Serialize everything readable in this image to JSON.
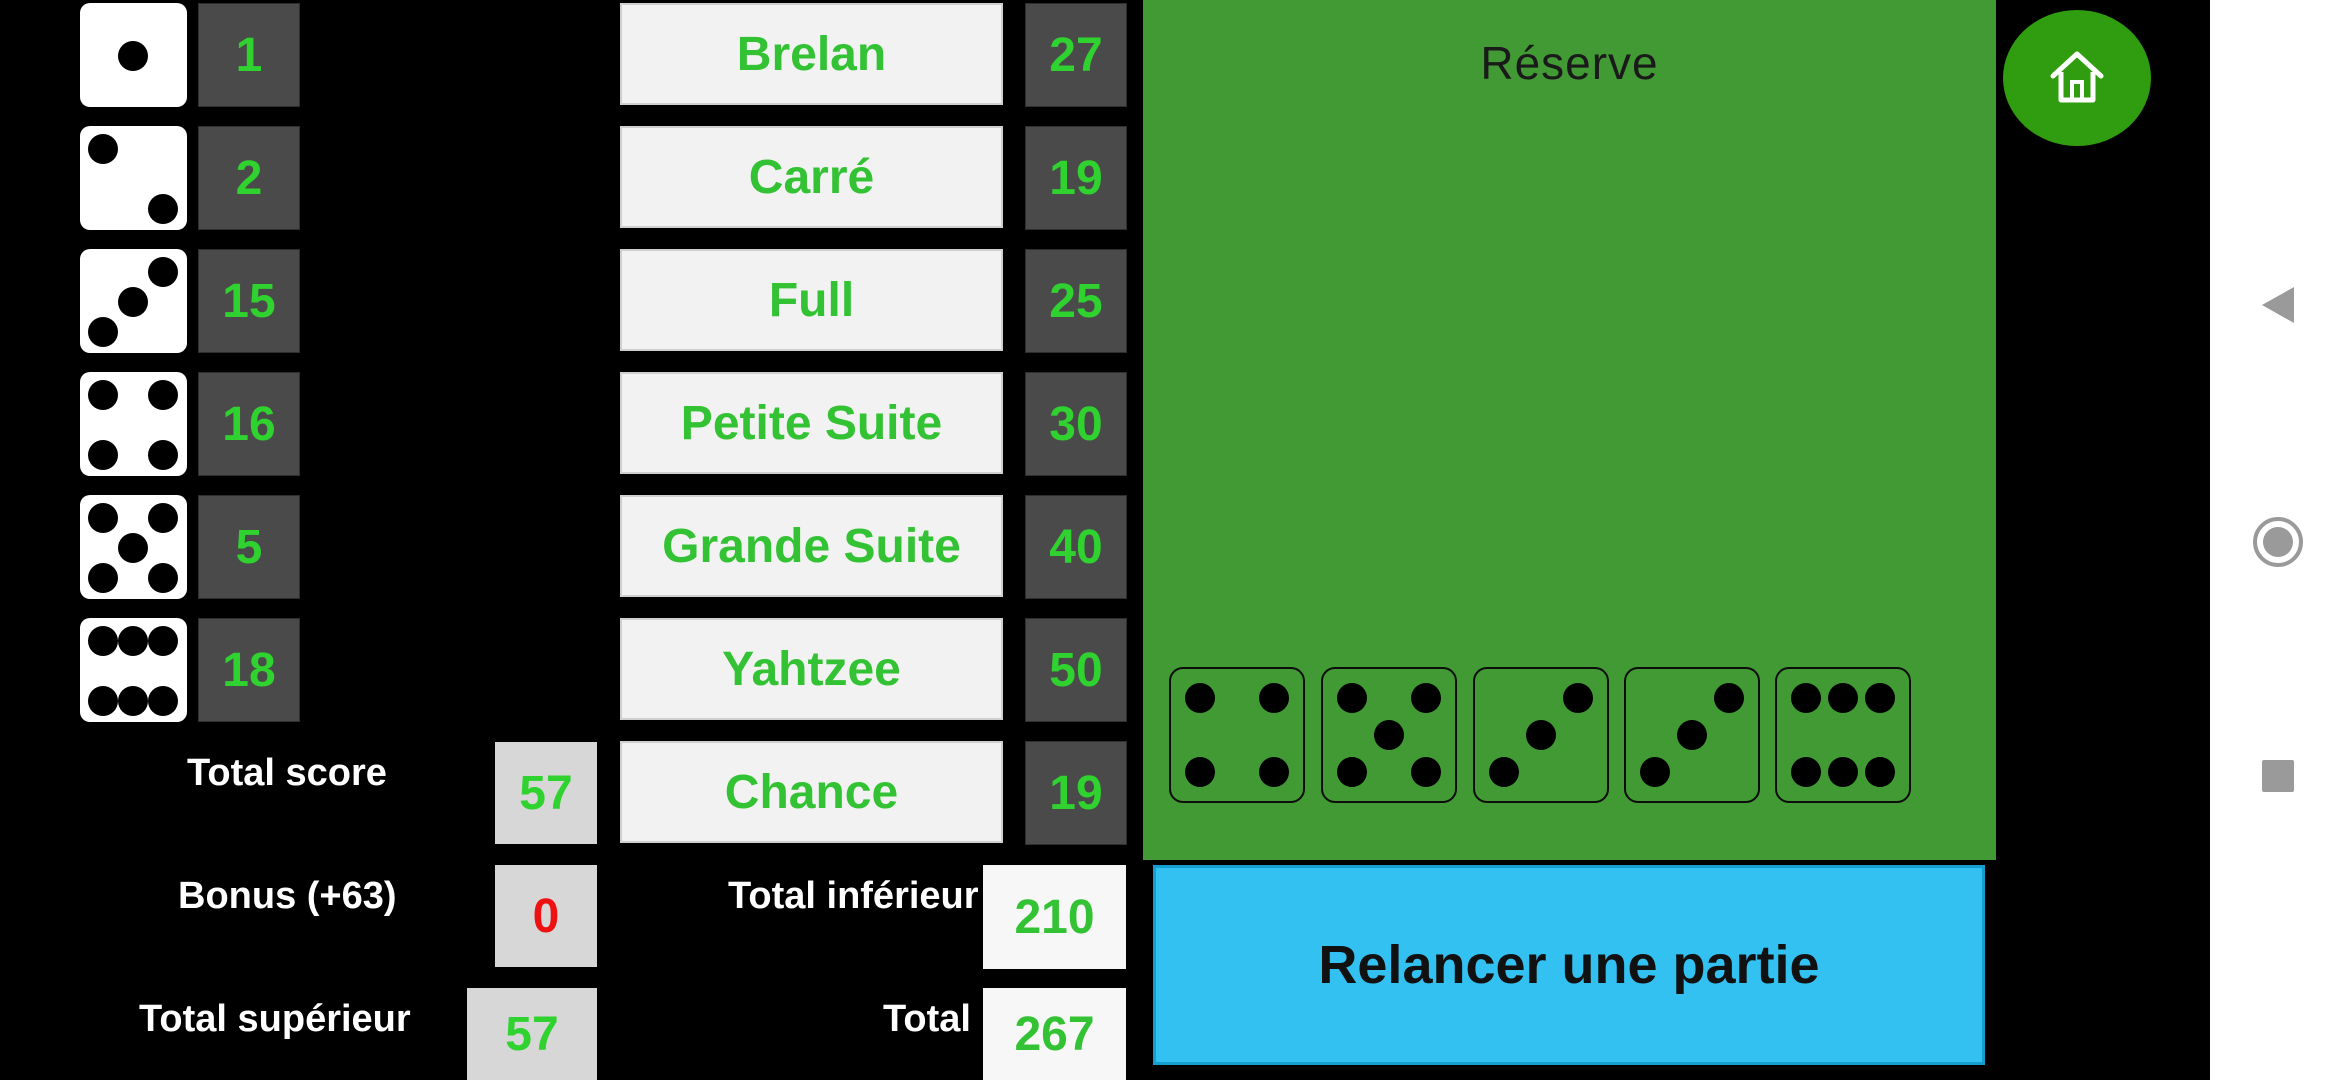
{
  "upper_section": [
    {
      "face": 1,
      "face_icon": "die-one-icon",
      "score": "1"
    },
    {
      "face": 2,
      "face_icon": "die-two-icon",
      "score": "2"
    },
    {
      "face": 3,
      "face_icon": "die-three-icon",
      "score": "15"
    },
    {
      "face": 4,
      "face_icon": "die-four-icon",
      "score": "16"
    },
    {
      "face": 5,
      "face_icon": "die-five-icon",
      "score": "5"
    },
    {
      "face": 6,
      "face_icon": "die-six-icon",
      "score": "18"
    }
  ],
  "lower_section": [
    {
      "label": "Brelan",
      "score": "27"
    },
    {
      "label": "Carré",
      "score": "19"
    },
    {
      "label": "Full",
      "score": "25"
    },
    {
      "label": "Petite Suite",
      "score": "30"
    },
    {
      "label": "Grande Suite",
      "score": "40"
    },
    {
      "label": "Yahtzee",
      "score": "50"
    },
    {
      "label": "Chance",
      "score": "19"
    }
  ],
  "totals": {
    "total_score_label": "Total score",
    "total_score_value": "57",
    "bonus_label": "Bonus (+63)",
    "bonus_value": "0",
    "total_superieur_label": "Total supérieur",
    "total_superieur_value": "57",
    "total_inferieur_label": "Total inférieur",
    "total_inferieur_value": "210",
    "total_label": "Total",
    "total_value": "267"
  },
  "reserve": {
    "title": "Réserve",
    "dice": [
      4,
      5,
      3,
      3,
      6
    ]
  },
  "relaunch_button": "Relancer une partie",
  "icons": {
    "home": "home-icon",
    "nav_back": "back-triangle-icon",
    "nav_home": "home-circle-icon",
    "nav_recents": "recents-square-icon"
  },
  "colors": {
    "score_green": "#2fd22f",
    "bonus_red": "#ee1111",
    "reserve_green": "#419a33",
    "relaunch_blue": "#33c1f2",
    "home_green": "#2f9d0f"
  }
}
